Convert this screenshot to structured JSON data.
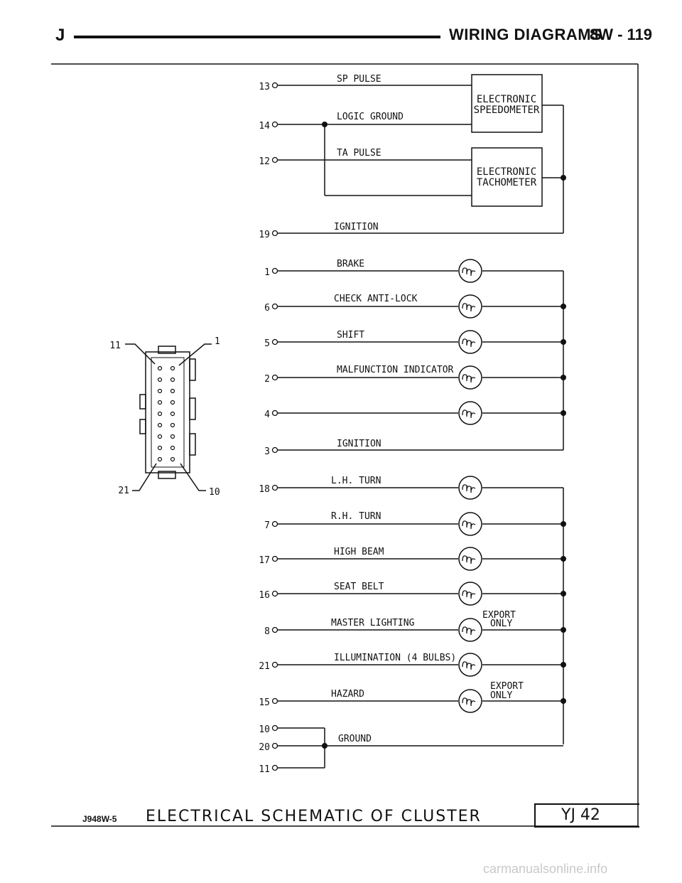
{
  "header": {
    "letter": "J",
    "title": "WIRING DIAGRAMS",
    "page": "8W - 119"
  },
  "modules": [
    {
      "line1": "ELECTRONIC",
      "line2": "SPEEDOMETER"
    },
    {
      "line1": "ELECTRONIC",
      "line2": "TACHOMETER"
    }
  ],
  "circuits": [
    {
      "pin": "13",
      "label": "SP PULSE"
    },
    {
      "pin": "14",
      "label": "LOGIC GROUND"
    },
    {
      "pin": "12",
      "label": "TA PULSE"
    },
    {
      "pin": "19",
      "label": "IGNITION"
    },
    {
      "pin": "1",
      "label": "BRAKE"
    },
    {
      "pin": "6",
      "label": "CHECK ANTI-LOCK"
    },
    {
      "pin": "5",
      "label": "SHIFT"
    },
    {
      "pin": "2",
      "label": "MALFUNCTION INDICATOR"
    },
    {
      "pin": "4",
      "label": ""
    },
    {
      "pin": "3",
      "label": "IGNITION"
    },
    {
      "pin": "18",
      "label": "L.H. TURN"
    },
    {
      "pin": "7",
      "label": "R.H. TURN"
    },
    {
      "pin": "17",
      "label": "HIGH BEAM"
    },
    {
      "pin": "16",
      "label": "SEAT BELT"
    },
    {
      "pin": "8",
      "label": "MASTER LIGHTING",
      "note1": "EXPORT",
      "note2": "ONLY"
    },
    {
      "pin": "21",
      "label": "ILLUMINATION (4 BULBS)"
    },
    {
      "pin": "15",
      "label": "HAZARD",
      "note1": "EXPORT",
      "note2": "ONLY"
    },
    {
      "pin": "10",
      "label": ""
    },
    {
      "pin": "20",
      "label": "GROUND"
    },
    {
      "pin": "11",
      "label": ""
    }
  ],
  "connector": {
    "pin_labels": [
      "11",
      "1",
      "21",
      "10"
    ]
  },
  "footer": {
    "code": "J948W-5",
    "title": "ELECTRICAL SCHEMATIC OF CLUSTER",
    "id": "YJ 42"
  },
  "watermark": "carmanualsonline.info"
}
